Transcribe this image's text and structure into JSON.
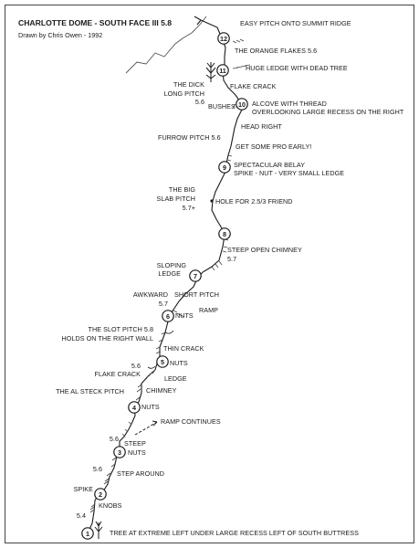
{
  "header": {
    "title": "CHARLOTTE DOME - SOUTH FACE III 5.8",
    "subtitle": "Drawn by Chris Owen - 1992"
  },
  "belays": [
    "1",
    "2",
    "3",
    "4",
    "5",
    "6",
    "7",
    "8",
    "9",
    "10",
    "11",
    "12"
  ],
  "labels": {
    "easy_pitch": "EASY PITCH ONTO SUMMIT RIDGE",
    "orange_flakes": "THE ORANGE FLAKES 5.6",
    "huge_ledge": "HUGE LEDGE WITH DEAD TREE",
    "flake_crack_upper": "FLAKE CRACK",
    "the_dick": "THE DICK",
    "long_pitch": "LONG PITCH",
    "long_pitch_grade": "5.6",
    "bushes": "BUSHES",
    "alcove_1": "ALCOVE WITH THREAD",
    "alcove_2": "OVERLOOKING LARGE RECESS ON THE RIGHT",
    "head_right": "HEAD RIGHT",
    "furrow_pitch": "FURROW PITCH 5.6",
    "pro_early": "GET SOME PRO EARLY!",
    "belay9_1": "SPECTACULAR BELAY",
    "belay9_2": "SPIKE - NUT - VERY SMALL LEDGE",
    "big_slab_1": "THE BIG",
    "big_slab_2": "SLAB PITCH",
    "big_slab_grade": "5.7+",
    "hole": "HOLE FOR 2.5/3 FRIEND",
    "chimney_1": "STEEP OPEN CHIMNEY",
    "chimney_grade": "5.7",
    "sloping_1": "SLOPING",
    "sloping_2": "LEDGE",
    "awkward": "AWKWARD",
    "awkward_grade": "5.7",
    "short_pitch": "SHORT PITCH",
    "nuts_6": "NUTS",
    "ramp_6": "RAMP",
    "slot_pitch": "THE SLOT PITCH 5.8",
    "holds": "HOLDS ON THE RIGHT WALL",
    "thin_crack": "THIN CRACK",
    "nuts_5": "NUTS",
    "flake_grade": "5.6",
    "flake_crack_lower": "FLAKE CRACK",
    "ledge": "LEDGE",
    "al_steck": "THE AL STECK PITCH",
    "chimney_lower": "CHIMNEY",
    "nuts_4": "NUTS",
    "ramp_continues": "RAMP CONTINUES",
    "steep_grade": "5.6",
    "steep": "STEEP",
    "nuts_3": "NUTS",
    "step_grade": "5.6",
    "step_around": "STEP AROUND",
    "spike": "SPIKE",
    "knobs": "KNOBS",
    "knobs_grade": "5.4",
    "tree_bottom": "TREE AT EXTREME LEFT UNDER LARGE RECESS LEFT OF SOUTH BUTTRESS"
  },
  "icons": [
    "tree-icon",
    "arrow-icon",
    "piton-icon"
  ]
}
